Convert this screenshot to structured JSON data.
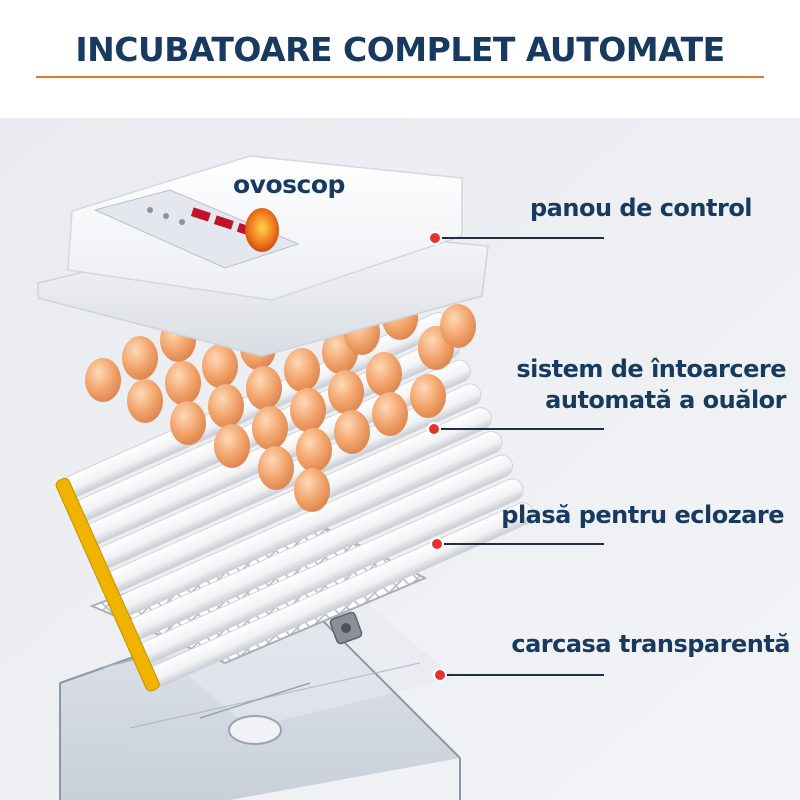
{
  "title": "INCUBATOARE COMPLET AUTOMATE",
  "labels": {
    "ovoscop": "ovoscop",
    "control_panel": "panou de control",
    "turning_line1": "sistem de întoarcere",
    "turning_line2": "automată a ouălor",
    "hatching_mesh": "plasă pentru eclozare",
    "transparent_case": "carcasa transparentă"
  },
  "colors": {
    "title": "#173a5e",
    "title_rule": "#e07a2e",
    "label": "#173a5e",
    "marker": "#e3322f",
    "egg": "#f2a46b",
    "roller_end": "#f0b400"
  },
  "icons": [
    "egg-candler-icon",
    "callout-marker-icon"
  ]
}
